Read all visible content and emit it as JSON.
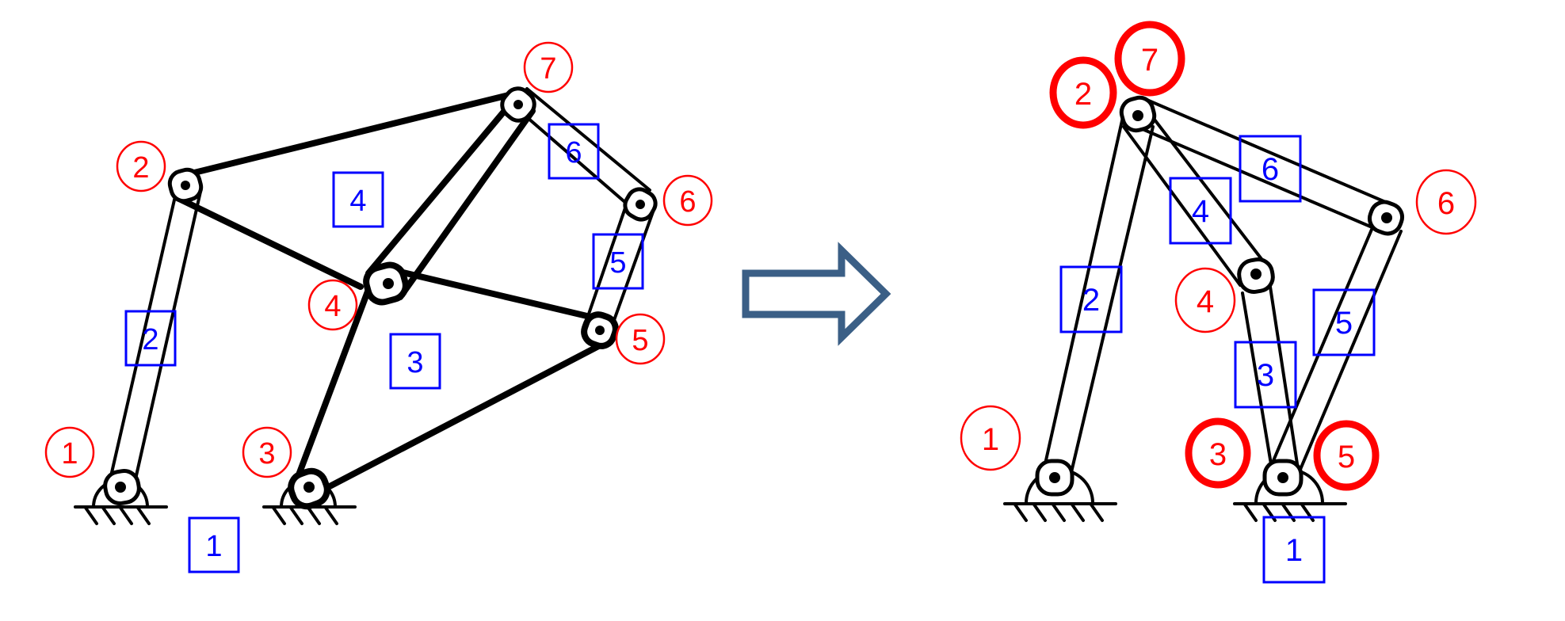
{
  "colors": {
    "link": "#000000",
    "joint_label": "#ff0000",
    "link_label": "#0000ff",
    "arrow": "#3b5f86"
  },
  "left": {
    "joints": [
      {
        "label": "1"
      },
      {
        "label": "2"
      },
      {
        "label": "3"
      },
      {
        "label": "4"
      },
      {
        "label": "5"
      },
      {
        "label": "6"
      },
      {
        "label": "7"
      }
    ],
    "links": [
      {
        "label": "1"
      },
      {
        "label": "2"
      },
      {
        "label": "3"
      },
      {
        "label": "4"
      },
      {
        "label": "5"
      },
      {
        "label": "6"
      }
    ]
  },
  "right": {
    "joints": [
      {
        "label": "1"
      },
      {
        "label": "2"
      },
      {
        "label": "3"
      },
      {
        "label": "4"
      },
      {
        "label": "5"
      },
      {
        "label": "6"
      },
      {
        "label": "7"
      }
    ],
    "links": [
      {
        "label": "1"
      },
      {
        "label": "2"
      },
      {
        "label": "3"
      },
      {
        "label": "4"
      },
      {
        "label": "5"
      },
      {
        "label": "6"
      }
    ]
  },
  "icons": {
    "transform_arrow": "arrow-right-icon",
    "ground": "ground-icon"
  }
}
